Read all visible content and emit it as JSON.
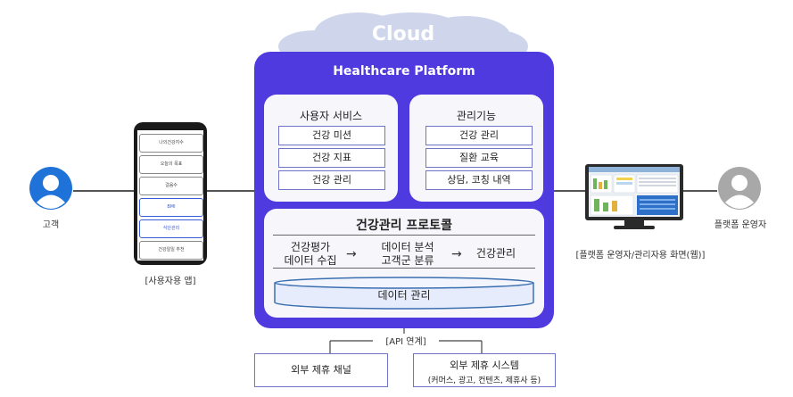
{
  "cloud": {
    "label": "Cloud"
  },
  "platform": {
    "title": "Healthcare Platform"
  },
  "user_service": {
    "title": "사용자 서비스",
    "items": [
      "건강 미션",
      "건강 지표",
      "건강 관리"
    ]
  },
  "management": {
    "title": "관리기능",
    "items": [
      "건강 관리",
      "질환 교육",
      "상담, 코칭 내역"
    ]
  },
  "protocol": {
    "title": "건강관리 프로토콜",
    "step1_line1": "건강평가",
    "step1_line2": "데이터 수집",
    "step2_line1": "데이터 분석",
    "step2_line2": "고객군 분류",
    "step3": "건강관리",
    "db_label": "데이터 관리"
  },
  "customer": {
    "label": "고객"
  },
  "operator": {
    "label": "플랫폼 운영자"
  },
  "phone": {
    "caption": "[사용자용 앱]",
    "menu": [
      "나의건강지수",
      "오늘의 목표",
      "걸음수",
      "BMI",
      "식단관리",
      "건강일일 추천"
    ]
  },
  "monitor": {
    "caption": "[플랫폼 운영자/관리자용 화면(웹)]"
  },
  "api": {
    "label": "[API 연계]"
  },
  "external": {
    "channel": "외부 제휴 채널",
    "system_line1": "외부 제휴 시스템",
    "system_line2": "(커머스, 광고, 컨텐츠, 제휴사 등)"
  },
  "colors": {
    "platform": "#4f3ae0",
    "cloud": "#cfd6ec",
    "accent_border": "#6f74c8",
    "person": "#1f73d8",
    "operator": "#a8a8a8"
  }
}
